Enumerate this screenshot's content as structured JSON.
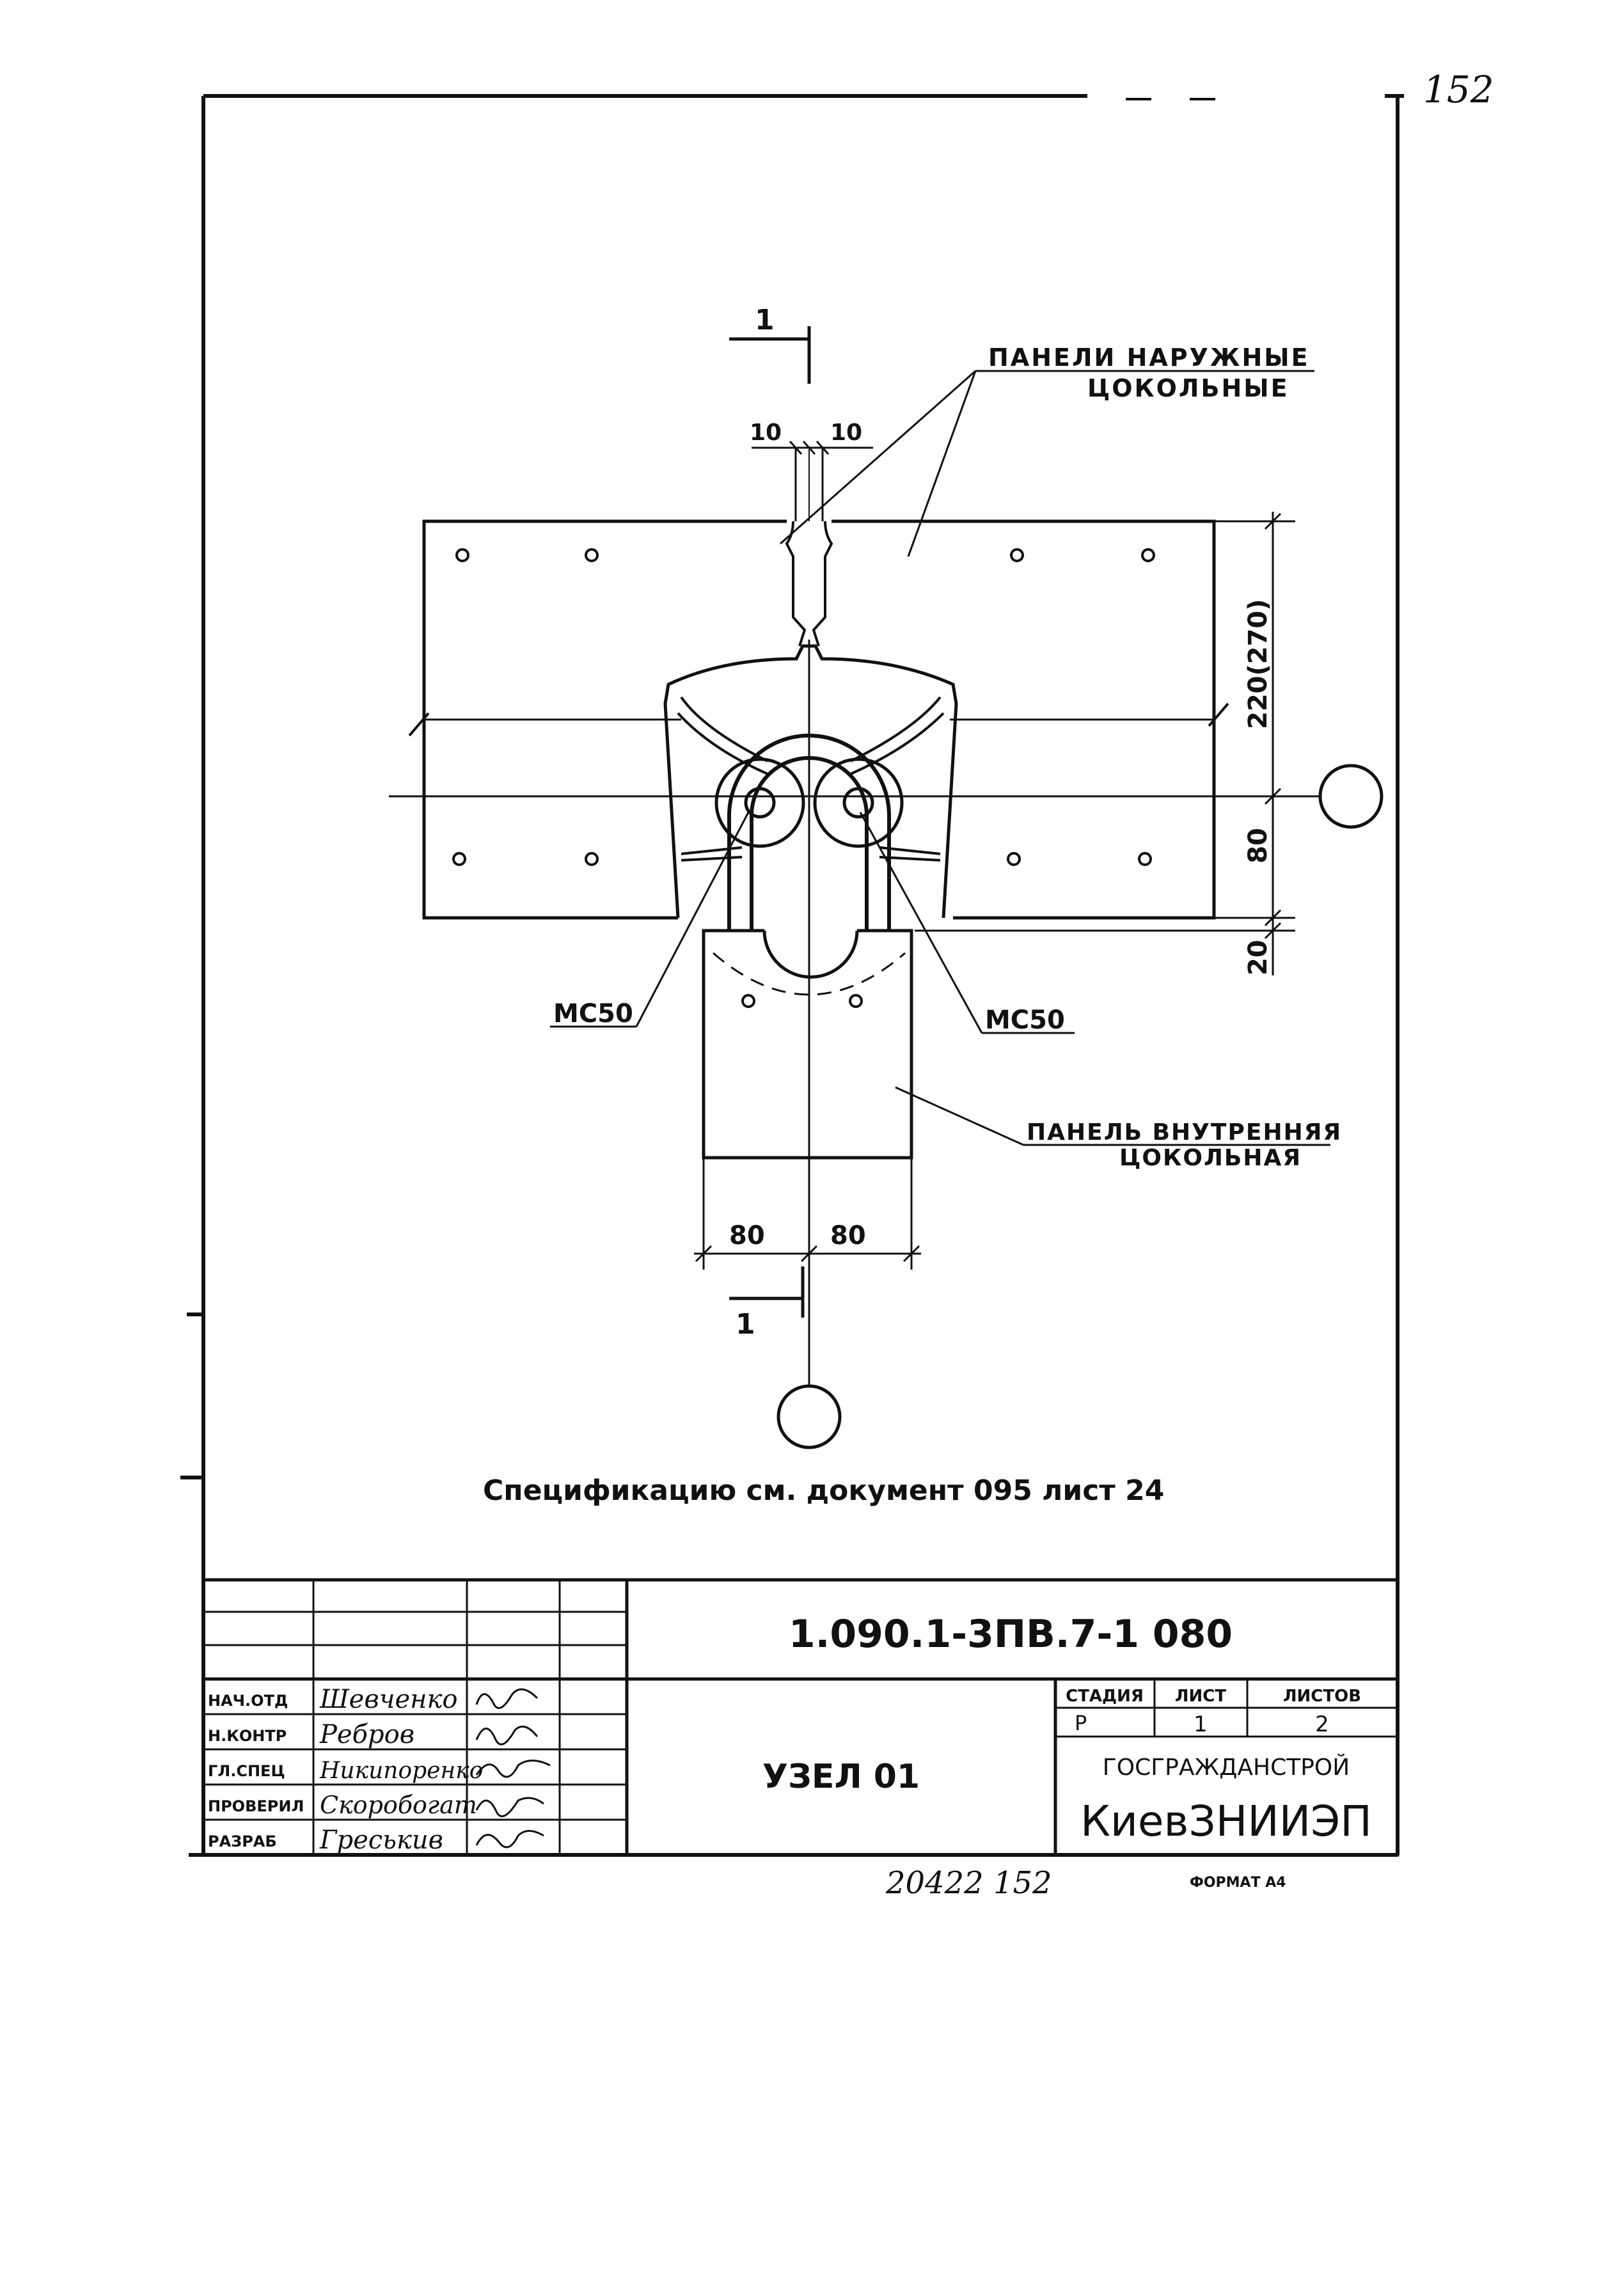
{
  "page": {
    "corner_number": "152"
  },
  "drawing": {
    "section_mark_top": "1",
    "section_mark_bottom": "1",
    "dim_top_left": "10",
    "dim_top_right": "10",
    "dim_right_height": "220(270)",
    "dim_right_80": "80",
    "dim_right_20": "20",
    "dim_bottom_left": "80",
    "dim_bottom_right": "80",
    "label_outer_panels_line1": "ПАНЕЛИ НАРУЖНЫЕ",
    "label_outer_panels_line2": "ЦОКОЛЬНЫЕ",
    "label_mc50_left": "МС50",
    "label_mc50_right": "МС50",
    "label_inner_panel_line1": "ПАНЕЛЬ ВНУТРЕННЯЯ",
    "label_inner_panel_line2": "ЦОКОЛЬНАЯ",
    "specification_note": "Спецификацию см. документ 095 лист 24"
  },
  "title_block": {
    "document_code": "1.090.1-3ПВ.7-1   080",
    "title": "УЗЕЛ 01",
    "stage_header": "СТАДИЯ",
    "sheet_header": "ЛИСТ",
    "sheets_header": "ЛИСТОВ",
    "stage_value": "Р",
    "sheet_value": "1",
    "sheets_value": "2",
    "org_line1": "ГОСГРАЖДАНСТРОЙ",
    "org_line2": "КиевЗНИИЭП",
    "roles": [
      {
        "role": "НАЧ.ОТД",
        "name": "Шевченко"
      },
      {
        "role": "Н.КОНТР",
        "name": "Ребров"
      },
      {
        "role": "ГЛ.СПЕЦ",
        "name": "Никипоренко"
      },
      {
        "role": "ПРОВЕРИЛ",
        "name": "Скоробогат"
      },
      {
        "role": "РАЗРАБ",
        "name": "Греськив"
      }
    ]
  },
  "footer": {
    "inventory_number": "20422   152",
    "format": "ФОРМАТ А4"
  }
}
